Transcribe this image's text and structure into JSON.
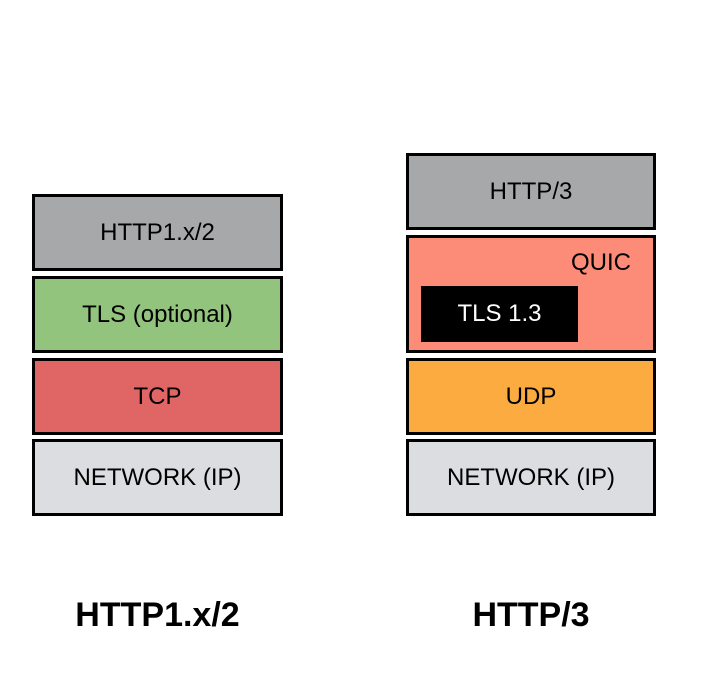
{
  "left_stack": {
    "caption": "HTTP1.x/2",
    "layers": [
      {
        "label": "HTTP1.x/2",
        "color": "#a7a8aa"
      },
      {
        "label": "TLS (optional)",
        "color": "#93c47d"
      },
      {
        "label": "TCP",
        "color": "#e06666"
      },
      {
        "label": "NETWORK (IP)",
        "color": "#dcdde0"
      }
    ]
  },
  "right_stack": {
    "caption": "HTTP/3",
    "layers": [
      {
        "label": "HTTP/3",
        "color": "#a7a8aa"
      },
      {
        "label": "QUIC",
        "color": "#fc8c77",
        "inner_label": "TLS 1.3",
        "inner_color": "#000000"
      },
      {
        "label": "UDP",
        "color": "#fbab3f"
      },
      {
        "label": "NETWORK (IP)",
        "color": "#dcdde0"
      }
    ]
  }
}
